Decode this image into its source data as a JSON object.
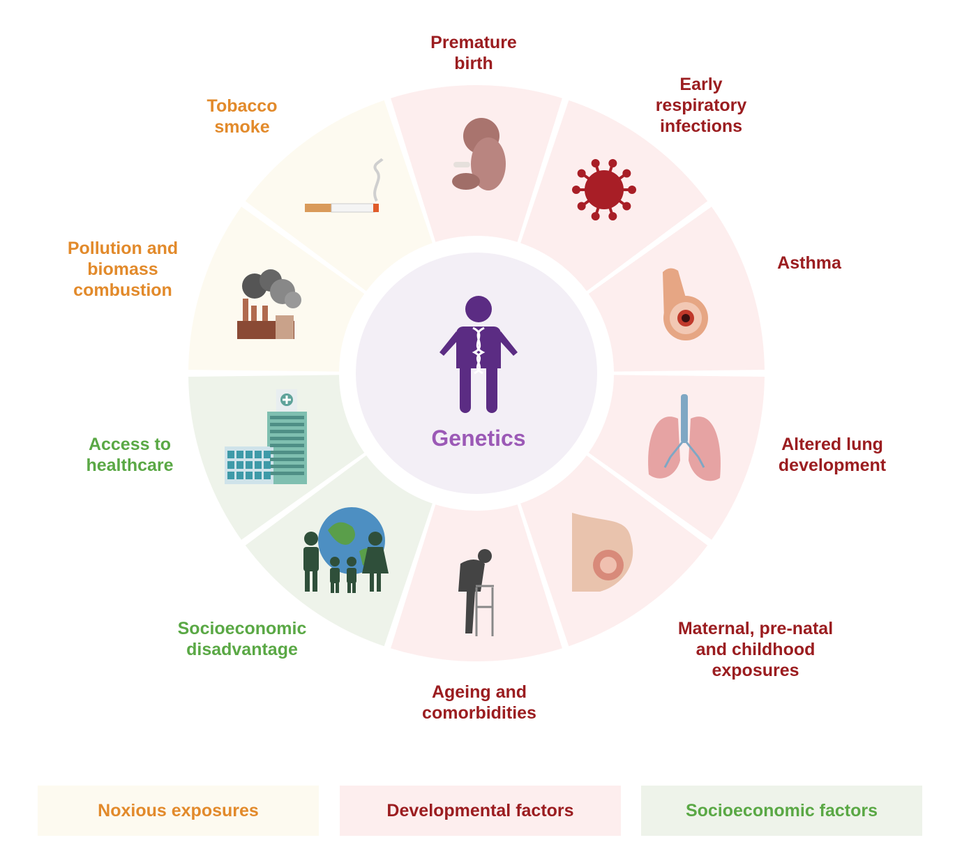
{
  "center": {
    "label": "Genetics"
  },
  "segments": [
    {
      "id": "premature-birth",
      "label": "Premature\nbirth",
      "category": "developmental"
    },
    {
      "id": "respiratory-infections",
      "label": "Early\nrespiratory\ninfections",
      "category": "developmental"
    },
    {
      "id": "asthma",
      "label": "Asthma",
      "category": "developmental"
    },
    {
      "id": "lung-development",
      "label": "Altered lung\ndevelopment",
      "category": "developmental"
    },
    {
      "id": "maternal-exposures",
      "label": "Maternal, pre-natal\nand childhood\nexposures",
      "category": "developmental"
    },
    {
      "id": "ageing",
      "label": "Ageing and\ncomorbidities",
      "category": "developmental"
    },
    {
      "id": "socioeconomic",
      "label": "Socioeconomic\ndisadvantage",
      "category": "socioeconomic"
    },
    {
      "id": "healthcare",
      "label": "Access to\nhealthcare",
      "category": "socioeconomic"
    },
    {
      "id": "pollution",
      "label": "Pollution and\nbiomass\ncombustion",
      "category": "noxious"
    },
    {
      "id": "tobacco",
      "label": "Tobacco\nsmoke",
      "category": "noxious"
    }
  ],
  "legend": {
    "noxious": "Noxious exposures",
    "developmental": "Developmental factors",
    "socioeconomic": "Socioeconomic factors"
  },
  "colors": {
    "noxious_fill": "#fdfaf0",
    "developmental_fill": "#fdeeee",
    "socioeconomic_fill": "#eef3ea",
    "noxious_text": "#e28a2b",
    "developmental_text": "#9b1d20",
    "socioeconomic_text": "#5aa845",
    "center_fill": "#f3eff6",
    "genetics_text": "#9b59b6",
    "person": "#5b2c83"
  }
}
